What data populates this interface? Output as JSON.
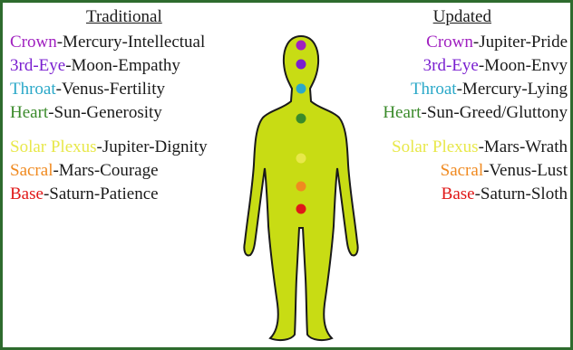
{
  "colors": {
    "crown": "#a020c0",
    "third_eye": "#7a1fd0",
    "throat": "#2aa8c8",
    "heart": "#3a8a2a",
    "solar_plexus": "#e8e84a",
    "sacral": "#f08a20",
    "base": "#e01818",
    "body_fill": "#c8dc14",
    "body_outline": "#1a1a1a",
    "frame": "#2e6b2e"
  },
  "traditional": {
    "heading": "Traditional",
    "items": [
      {
        "chakra": "Crown",
        "rest": "-Mercury-Intellectual",
        "color_key": "crown"
      },
      {
        "chakra": "3rd-Eye",
        "rest": "-Moon-Empathy",
        "color_key": "third_eye"
      },
      {
        "chakra": "Throat",
        "rest": "-Venus-Fertility",
        "color_key": "throat"
      },
      {
        "chakra": "Heart",
        "rest": "-Sun-Generosity",
        "color_key": "heart"
      },
      {
        "chakra": "Solar Plexus",
        "rest": "-Jupiter-Dignity",
        "color_key": "solar_plexus"
      },
      {
        "chakra": "Sacral",
        "rest": "-Mars-Courage",
        "color_key": "sacral"
      },
      {
        "chakra": "Base",
        "rest": "-Saturn-Patience",
        "color_key": "base"
      }
    ]
  },
  "updated": {
    "heading": "Updated",
    "items": [
      {
        "chakra": "Crown",
        "rest": "-Jupiter-Pride",
        "color_key": "crown"
      },
      {
        "chakra": "3rd-Eye",
        "rest": "-Moon-Envy",
        "color_key": "third_eye"
      },
      {
        "chakra": "Throat",
        "rest": "-Mercury-Lying",
        "color_key": "throat"
      },
      {
        "chakra": "Heart",
        "rest": "-Sun-Greed/Gluttony",
        "color_key": "heart"
      },
      {
        "chakra": "Solar Plexus",
        "rest": "-Mars-Wrath",
        "color_key": "solar_plexus"
      },
      {
        "chakra": "Sacral",
        "rest": "-Venus-Lust",
        "color_key": "sacral"
      },
      {
        "chakra": "Base",
        "rest": "-Saturn-Sloth",
        "color_key": "base"
      }
    ]
  },
  "chakra_points": [
    {
      "name": "crown",
      "color_key": "crown"
    },
    {
      "name": "third-eye",
      "color_key": "third_eye"
    },
    {
      "name": "throat",
      "color_key": "throat"
    },
    {
      "name": "heart",
      "color_key": "heart"
    },
    {
      "name": "solar-plexus",
      "color_key": "solar_plexus"
    },
    {
      "name": "sacral",
      "color_key": "sacral"
    },
    {
      "name": "base",
      "color_key": "base"
    }
  ]
}
